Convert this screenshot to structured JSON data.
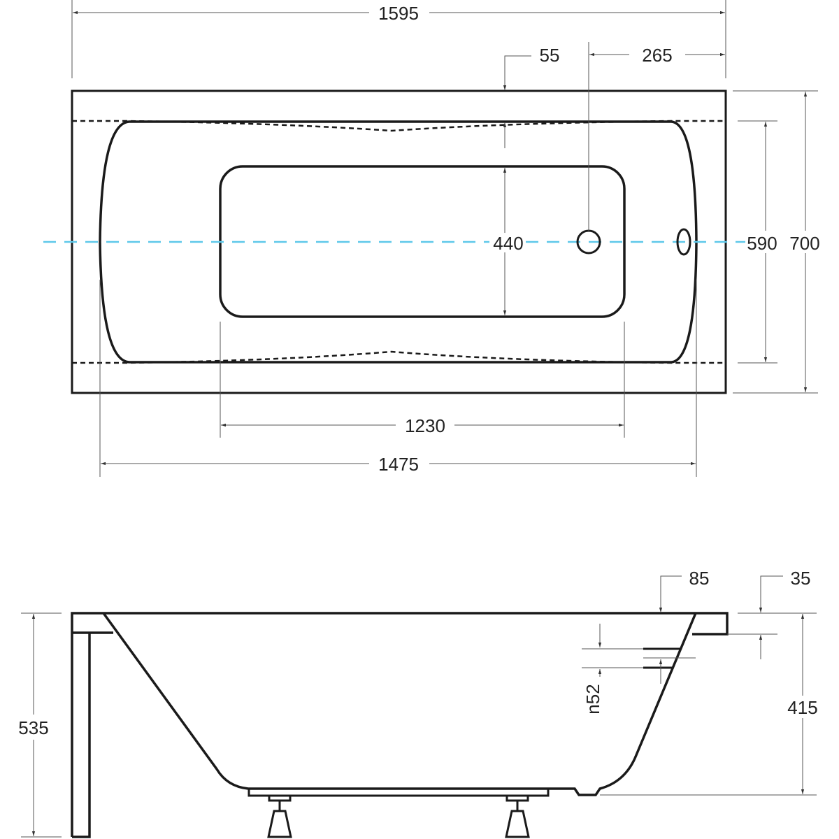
{
  "top_view": {
    "overall_length": "1595",
    "rim_offset": "55",
    "drain_offset": "265",
    "inner_width": "440",
    "bowl_width": "590",
    "overall_width": "700",
    "inner_length": "1230",
    "bowl_length": "1475"
  },
  "side_view": {
    "rim_width": "85",
    "rim_thickness": "35",
    "overflow_height": "n52",
    "total_height": "535",
    "tub_depth": "415"
  },
  "colors": {
    "outline": "#1a1a1a",
    "centerline": "#5ec8ea"
  }
}
